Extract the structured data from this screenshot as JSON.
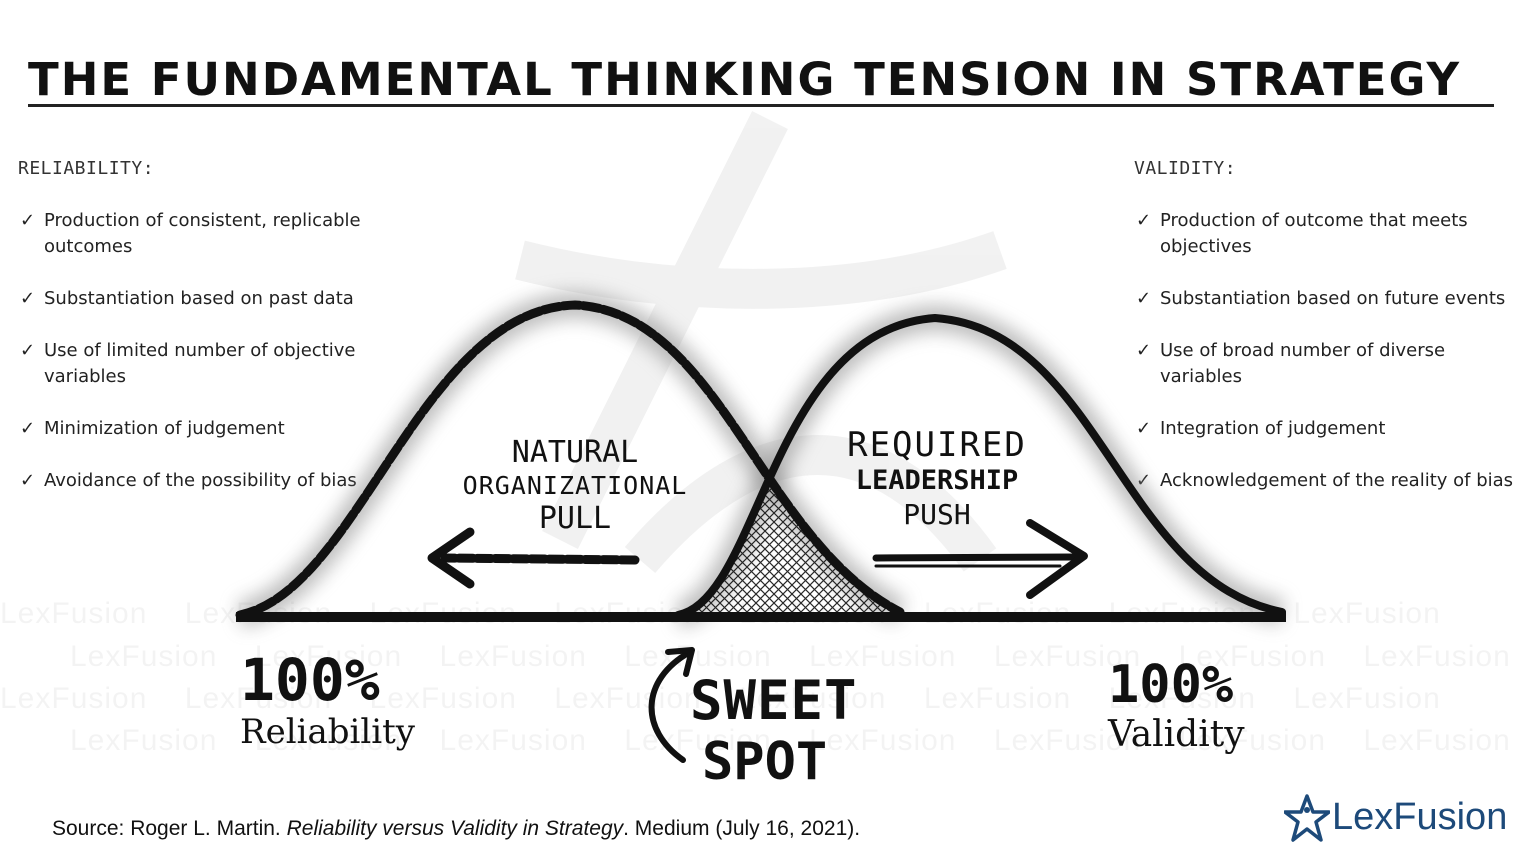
{
  "title": "THE FUNDAMENTAL THINKING TENSION IN STRATEGY",
  "reliability": {
    "heading": "RELIABILITY:",
    "items": [
      "Production of consistent, replicable outcomes",
      "Substantiation based on past data",
      "Use of limited number of objective variables",
      "Minimization of judgement",
      "Avoidance of the possibility of bias"
    ]
  },
  "validity": {
    "heading": "VALIDITY:",
    "items": [
      "Production of outcome that meets objectives",
      "Substantiation based on future events",
      "Use of broad number of diverse variables",
      "Integration of judgement",
      "Acknowledgement of the reality of bias"
    ]
  },
  "diagram": {
    "left_curve_label": [
      "NATURAL",
      "ORGANIZATIONAL",
      "PULL"
    ],
    "right_curve_label": [
      "REQUIRED",
      "LEADERSHIP",
      "PUSH"
    ],
    "left_end": {
      "value": "100%",
      "label": "Reliability"
    },
    "right_end": {
      "value": "100%",
      "label": "Validity"
    },
    "center": [
      "SWEET",
      "SPOT"
    ]
  },
  "source": {
    "prefix": "Source: Roger L. Martin.",
    "work": "Reliability versus Validity in Strategy",
    "suffix": ". Medium (July 16, 2021)."
  },
  "logo": {
    "text": "LexFusion",
    "icon": "star-figure-icon",
    "color": "#1d4a7a"
  },
  "watermark": "LexFusion"
}
